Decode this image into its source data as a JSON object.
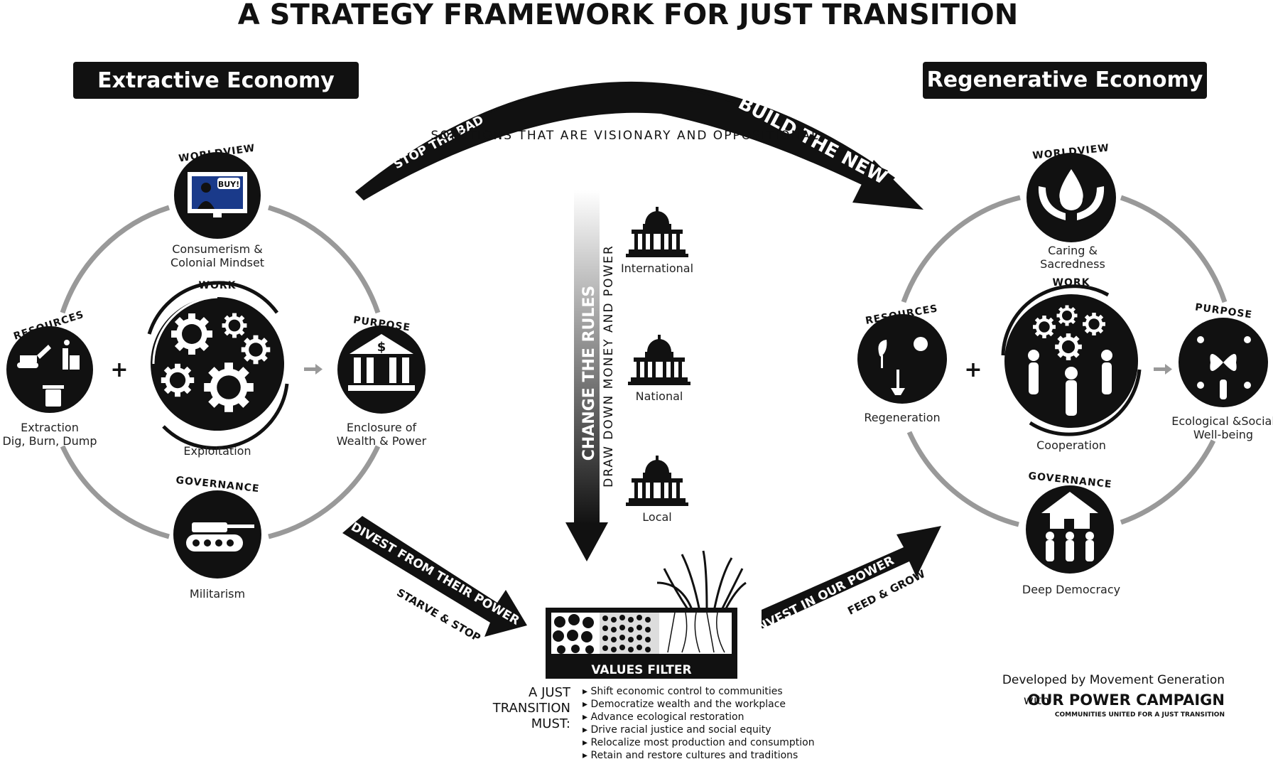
{
  "title": "A STRATEGY FRAMEWORK FOR JUST TRANSITION",
  "extractive": {
    "header": "Extractive Economy",
    "worldview": {
      "label": "WORLDVIEW",
      "caption1": "Consumerism &",
      "caption2": "Colonial Mindset",
      "badge": "BUY!"
    },
    "work": {
      "label": "WORK",
      "caption": "Exploitation"
    },
    "resources": {
      "label": "RESOURCES",
      "caption1": "Extraction",
      "caption2": "Dig, Burn, Dump"
    },
    "purpose": {
      "label": "PURPOSE",
      "caption1": "Enclosure of",
      "caption2": "Wealth & Power"
    },
    "governance": {
      "label": "GOVERNANCE",
      "caption": "Militarism"
    },
    "plus": "+"
  },
  "regenerative": {
    "header": "Regenerative Economy",
    "worldview": {
      "label": "WORLDVIEW",
      "caption1": "Caring &",
      "caption2": "Sacredness"
    },
    "work": {
      "label": "WORK",
      "caption": "Cooperation"
    },
    "resources": {
      "label": "RESOURCES",
      "caption": "Regeneration"
    },
    "purpose": {
      "label": "PURPOSE",
      "caption1": "Ecological &Social",
      "caption2": "Well-being"
    },
    "governance": {
      "label": "GOVERNANCE",
      "caption": "Deep Democracy"
    },
    "plus": "+"
  },
  "top_arrow": {
    "left": "STOP THE BAD",
    "right": "BUILD THE NEW",
    "subtitle": "SOLUTIONS THAT ARE VISIONARY AND OPPOSITIONAL"
  },
  "center_arrow": {
    "main": "CHANGE THE RULES",
    "sub": "DRAW DOWN MONEY AND POWER"
  },
  "levels": [
    "International",
    "National",
    "Local"
  ],
  "divest": {
    "main": "DIVEST FROM THEIR POWER",
    "sub": "STARVE & STOP"
  },
  "invest": {
    "main": "INVEST IN OUR POWER",
    "sub": "FEED & GROW"
  },
  "filter": {
    "label": "VALUES FILTER"
  },
  "must": {
    "heading1": "A JUST",
    "heading2": "TRANSITION",
    "heading3": "MUST:",
    "items": [
      "Shift economic control to communities",
      "Democratize wealth and the workplace",
      "Advance ecological restoration",
      "Drive racial justice and social equity",
      "Relocalize most production and consumption",
      "Retain and restore cultures and traditions"
    ]
  },
  "credit": {
    "line1": "Developed by Movement Generation",
    "with": "with",
    "brand": "OUR POWER CAMPAIGN",
    "tagline": "COMMUNITIES UNITED FOR A JUST TRANSITION"
  }
}
